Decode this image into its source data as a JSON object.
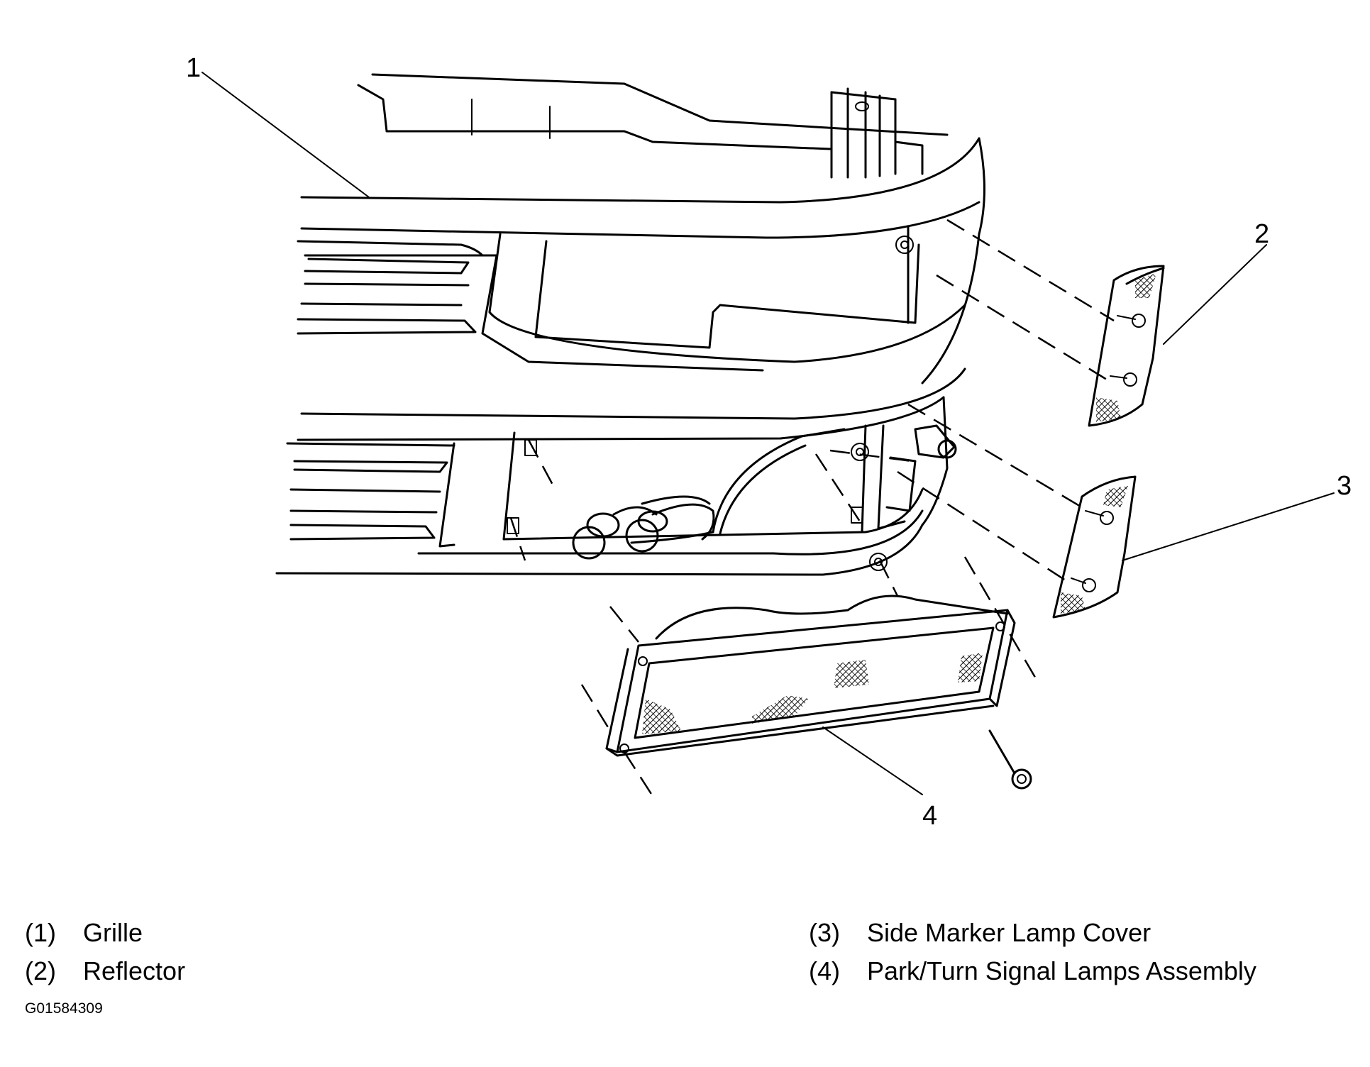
{
  "callouts": {
    "c1": "1",
    "c2": "2",
    "c3": "3",
    "c4": "4"
  },
  "legend": [
    {
      "num": "(1)",
      "label": "Grille"
    },
    {
      "num": "(2)",
      "label": "Reflector"
    },
    {
      "num": "(3)",
      "label": "Side Marker Lamp Cover"
    },
    {
      "num": "(4)",
      "label": "Park/Turn Signal Lamps Assembly"
    }
  ],
  "figure_id": "G01584309"
}
